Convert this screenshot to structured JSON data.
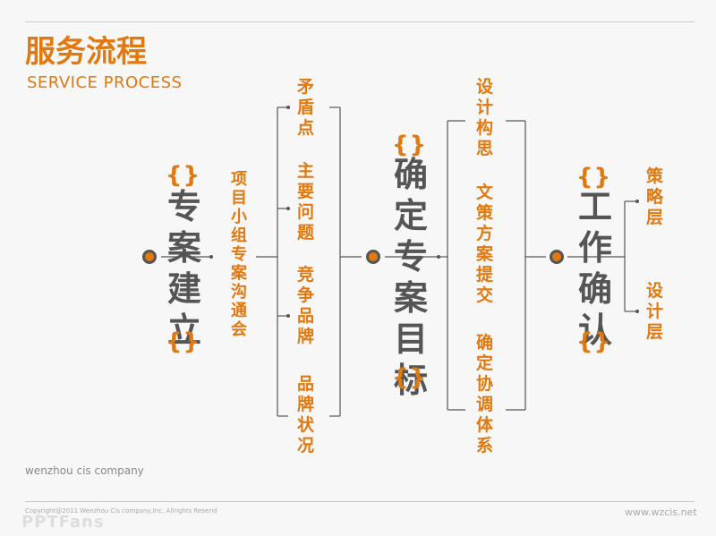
{
  "header": {
    "title": "服务流程",
    "subtitle": "SERVICE PROCESS"
  },
  "footer": {
    "company": "wenzhou cis company",
    "copyright": "Copyright@2011 Wenzhou Cis company,Inc. Allrights Reserid",
    "logo": "PPTFans",
    "website": "www.wzcis.net"
  },
  "stages": [
    {
      "name": "专案建立"
    },
    {
      "name": "确定专案目标"
    },
    {
      "name": "工作确认"
    }
  ],
  "branches": {
    "stage1_sub": "项目小组专案沟通会",
    "stage1_outputs": [
      "矛盾点",
      "主要问题",
      "竞争品牌",
      "品牌状况"
    ],
    "stage2_outputs": [
      "设计构思",
      "文策方案提交",
      "确定协调体系"
    ],
    "stage3_outputs": [
      "策略层",
      "设计层"
    ]
  },
  "colors": {
    "accent": "#e07a10",
    "line": "#555555",
    "background": "#f7f7f7"
  }
}
